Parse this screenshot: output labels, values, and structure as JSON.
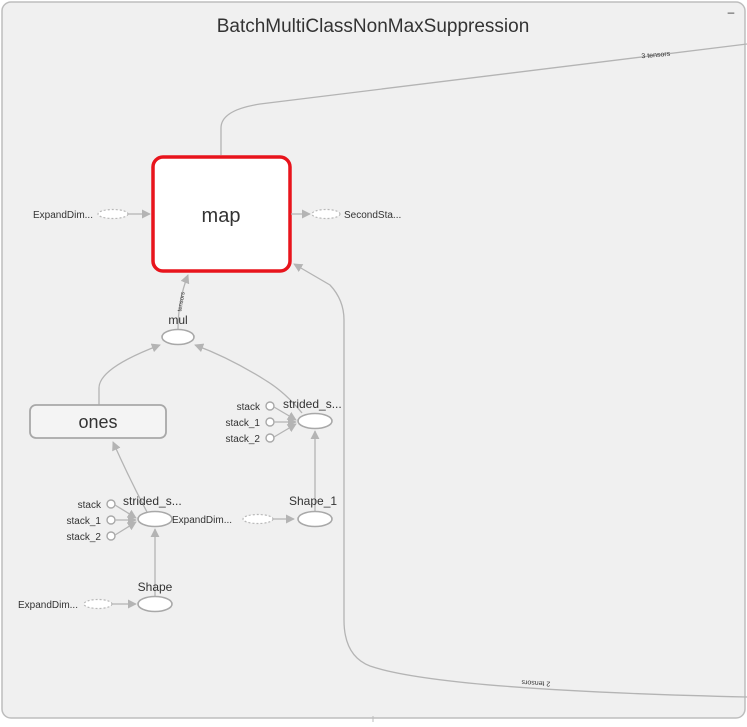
{
  "graph": {
    "title": "BatchMultiClassNonMaxSuppression",
    "collapse_glyph": "–",
    "edge_labels": {
      "top_right": "3 tensors",
      "bottom_right": "2 tensors",
      "mul_to_map": "tensors"
    },
    "nodes": {
      "map": "map",
      "map_input": "ExpandDim...",
      "map_output": "SecondSta...",
      "mul": "mul",
      "ones": "ones",
      "strided_slice_top": "strided_s...",
      "strided_slice_bottom": "strided_s...",
      "shape": "Shape",
      "shape_1": "Shape_1",
      "expand_mid": "ExpandDim...",
      "expand_bottom": "ExpandDim..."
    },
    "stack_inputs_top": [
      "stack",
      "stack_1",
      "stack_2"
    ],
    "stack_inputs_bottom": [
      "stack",
      "stack_1",
      "stack_2"
    ],
    "colors": {
      "selected_border": "#e8141c",
      "canvas_bg": "#f0f0f0",
      "node_fill": "#ffffff",
      "edge": "#b4b4b4"
    }
  }
}
